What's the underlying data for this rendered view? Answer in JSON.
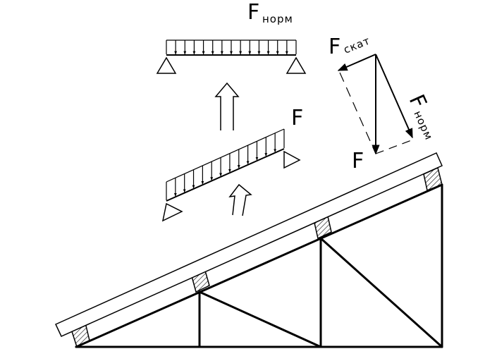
{
  "labels": {
    "f_norm_top": {
      "main": "F",
      "sub": "норм"
    },
    "f_middle": {
      "main": "F"
    },
    "f_skat": {
      "main": "F",
      "sub": "скат"
    },
    "f_norm_vector": {
      "main": "F",
      "sub": "норм"
    },
    "f_vector": {
      "main": "F"
    }
  },
  "colors": {
    "ink": "#000000",
    "background": "#ffffff"
  }
}
